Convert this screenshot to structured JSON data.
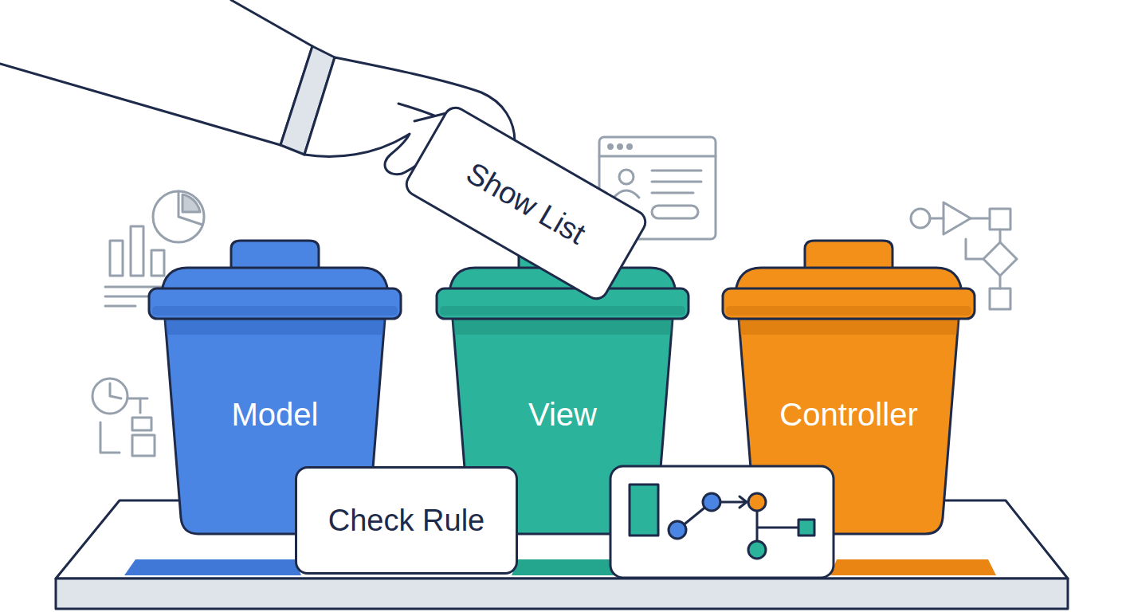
{
  "diagram": {
    "nodes": [
      {
        "text": [
          "Show List"
        ]
      },
      {
        "text": [
          "Model"
        ]
      },
      {
        "text": [
          "View"
        ]
      },
      {
        "text": [
          "Controller"
        ]
      },
      {
        "text": [
          "Check Rule"
        ]
      }
    ]
  }
}
